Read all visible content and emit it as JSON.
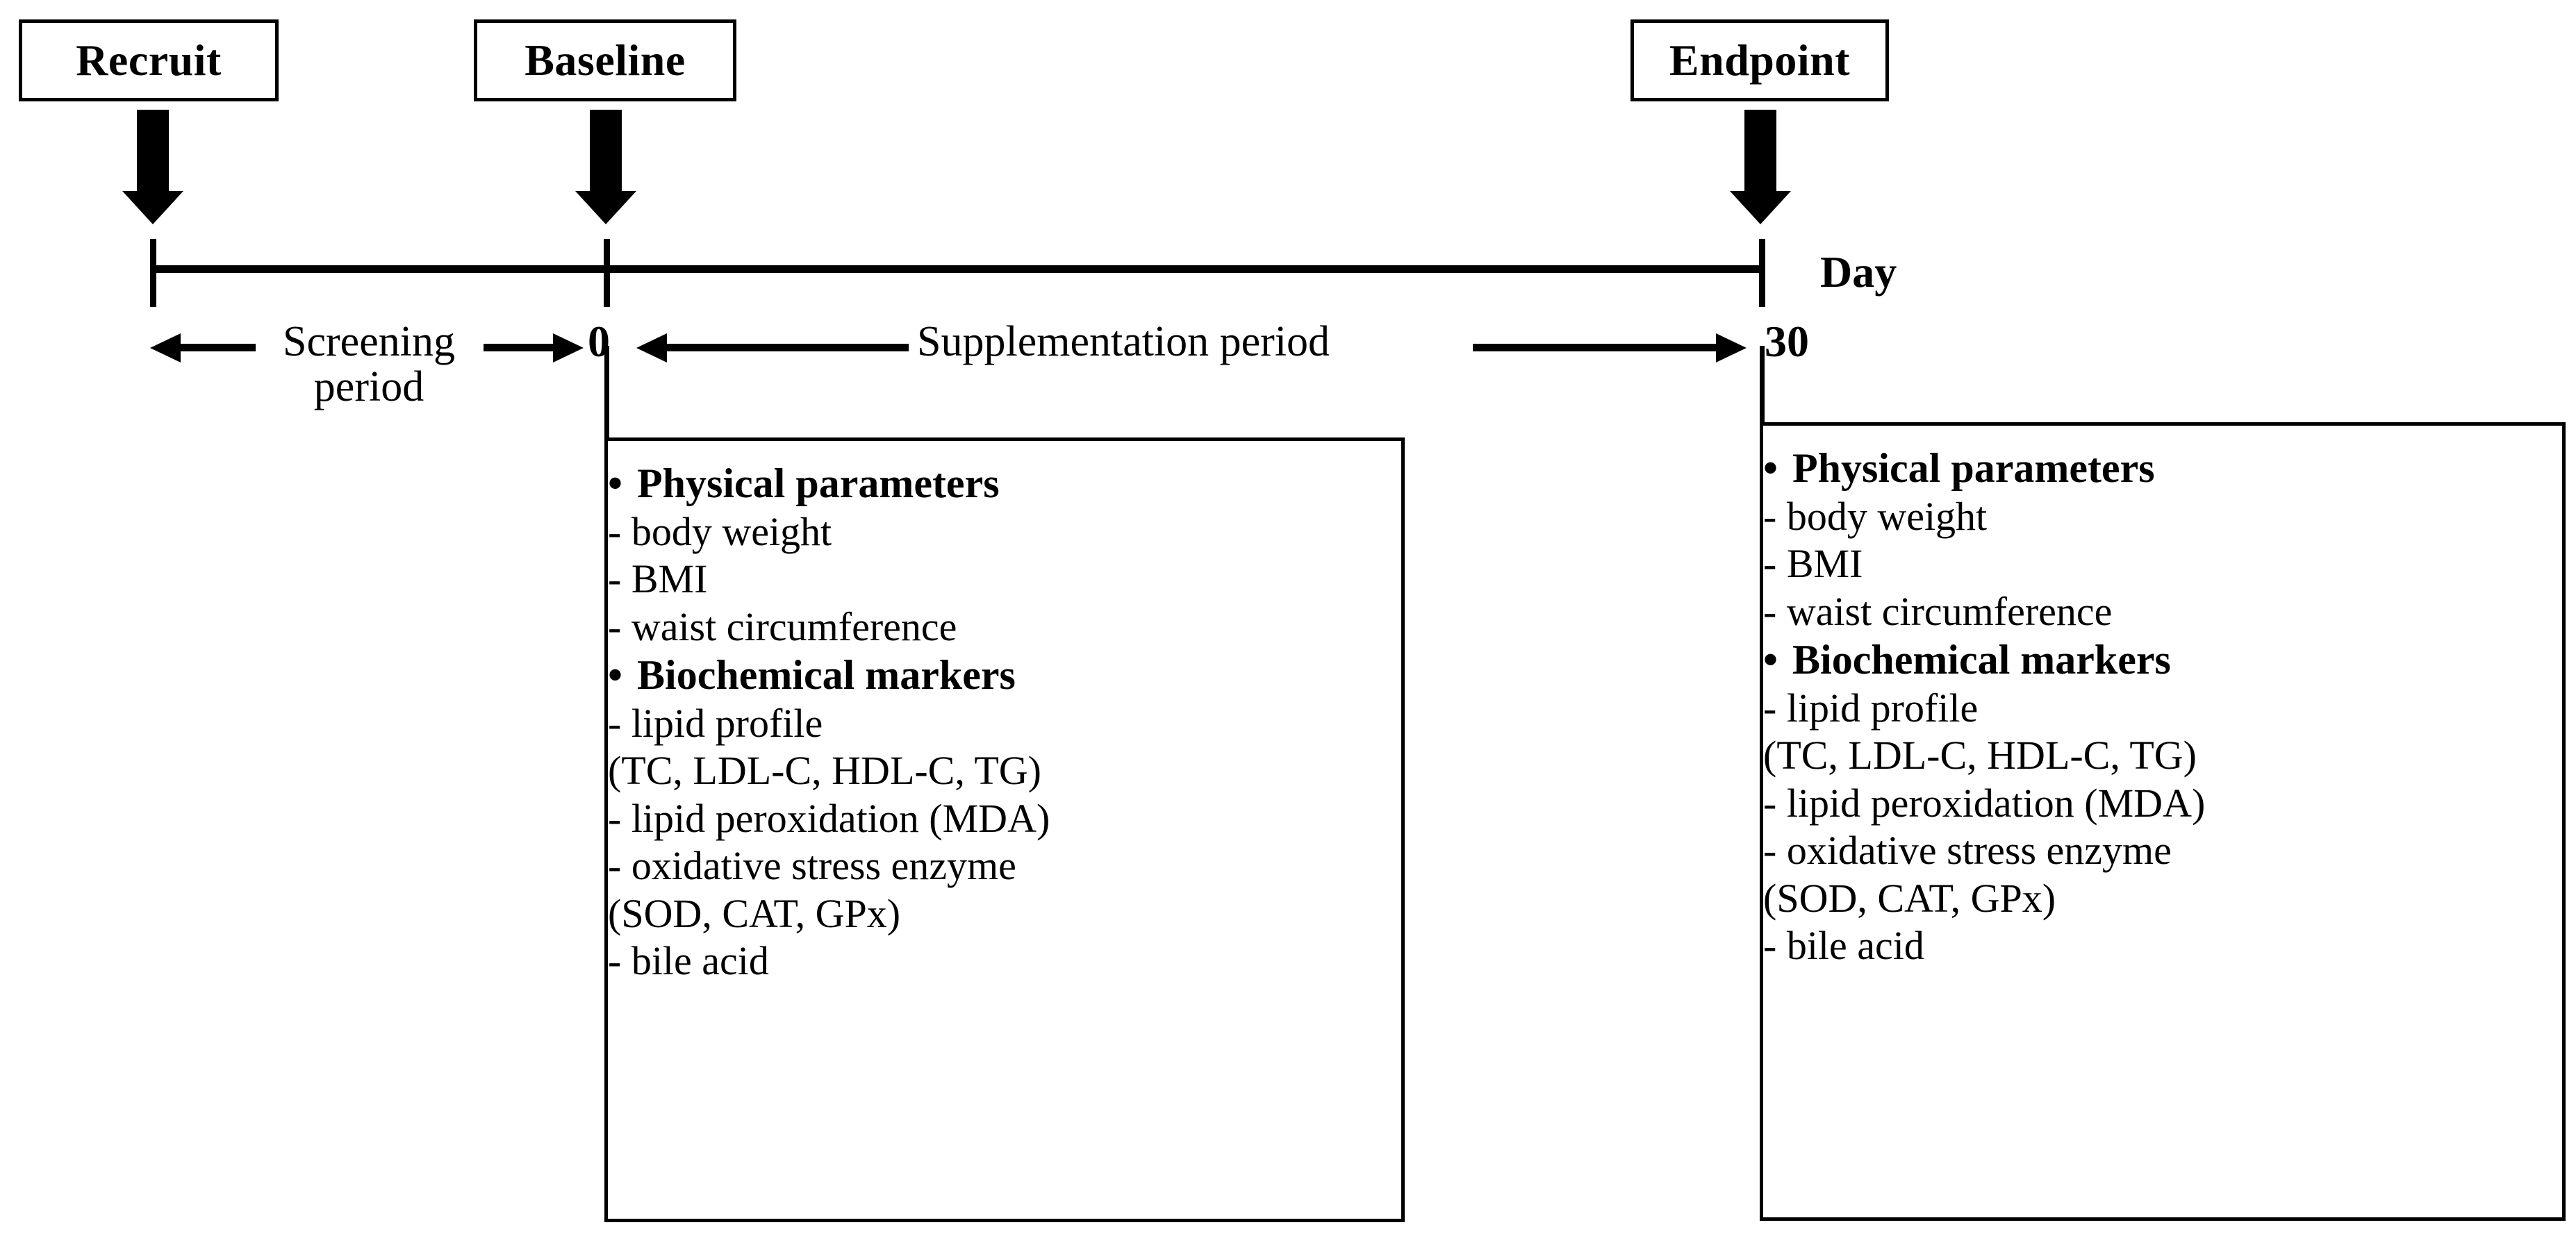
{
  "diagram": {
    "title_visible": false,
    "milestones": [
      {
        "id": "recruit",
        "label": "Recruit"
      },
      {
        "id": "baseline",
        "label": "Baseline"
      },
      {
        "id": "endpoint",
        "label": "Endpoint"
      }
    ],
    "axis": {
      "unit_label": "Day",
      "ticks": [
        {
          "value": "0",
          "id": "day-0"
        },
        {
          "value": "30",
          "id": "day-30"
        }
      ]
    },
    "periods": [
      {
        "id": "screening",
        "label_line1": "Screening",
        "label_line2": "period",
        "label": "Screening period"
      },
      {
        "id": "supplementation",
        "label_line1": "Supplementation period",
        "label_line2": "",
        "label": "Supplementation period"
      }
    ],
    "assessment_panels": [
      {
        "id": "baseline-assessments",
        "groups": [
          {
            "heading": "Physical parameters",
            "items": [
              {
                "text": "- body weight"
              },
              {
                "text": "- BMI"
              },
              {
                "text": "- waist circumference"
              }
            ]
          },
          {
            "heading": "Biochemical markers",
            "items": [
              {
                "text": "- lipid profile",
                "cont": "(TC, LDL-C, HDL-C, TG)"
              },
              {
                "text": "- lipid peroxidation (MDA)"
              },
              {
                "text": "- oxidative stress enzyme",
                "cont": "(SOD, CAT, GPx)"
              },
              {
                "text": "- bile acid"
              }
            ]
          }
        ]
      },
      {
        "id": "endpoint-assessments",
        "groups": [
          {
            "heading": "Physical parameters",
            "items": [
              {
                "text": "- body weight"
              },
              {
                "text": "- BMI"
              },
              {
                "text": "- waist circumference"
              }
            ]
          },
          {
            "heading": "Biochemical markers",
            "items": [
              {
                "text": "- lipid profile",
                "cont": "(TC, LDL-C, HDL-C, TG)"
              },
              {
                "text": "- lipid peroxidation (MDA)"
              },
              {
                "text": "- oxidative stress enzyme",
                "cont": "(SOD, CAT, GPx)"
              },
              {
                "text": "- bile acid"
              }
            ]
          }
        ]
      }
    ],
    "colors": {
      "ink": "#000000",
      "background": "#ffffff"
    },
    "bullet_glyph": "•"
  }
}
